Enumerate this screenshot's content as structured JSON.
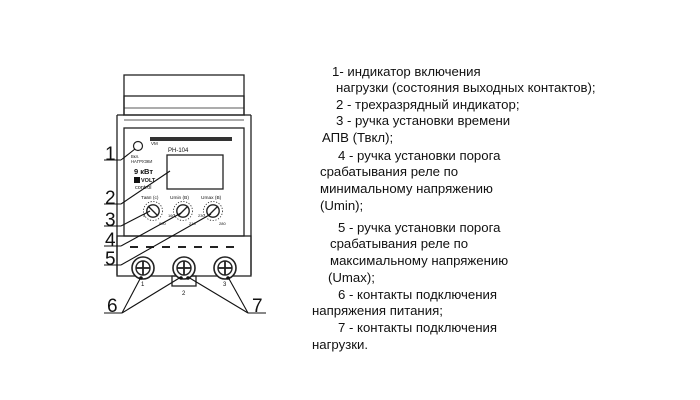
{
  "device": {
    "indicator_label_top": "Вкл.",
    "indicator_label_bottom": "НАГРУЗКИ",
    "top_tag": "VM",
    "model": "РН-104",
    "power": "9 кВт",
    "brand_top": "VOLT",
    "brand_bottom": "control",
    "knob_labels": [
      "Тавп (с)",
      "Umin (В)",
      "Umax (В)"
    ],
    "knob_scale": {
      "k1_min": "5",
      "k1_max": "900",
      "k2_min": "160",
      "k2_max": "210",
      "k3_min": "230",
      "k3_max": "280"
    },
    "terminal_numbers": [
      "1",
      "2",
      "3"
    ]
  },
  "callouts": [
    "1",
    "2",
    "3",
    "4",
    "5",
    "6",
    "7"
  ],
  "legend": {
    "lines": [
      "1- индикатор включения",
      "нагрузки (состояния выходных контактов);",
      "2 - трехразрядный индикатор;",
      "3 - ручка установки времени",
      "АПВ (Твкл);",
      "4 - ручка установки порога",
      "срабатывания реле по",
      "минимальному напряжению",
      "(Umin);",
      "5 - ручка установки порога",
      "срабатывания реле по",
      "максимальному  напряжению",
      "(Umax);",
      "6 - контакты подключения",
      "напряжения питания;",
      "7 - контакты подключения",
      "нагрузки."
    ]
  }
}
